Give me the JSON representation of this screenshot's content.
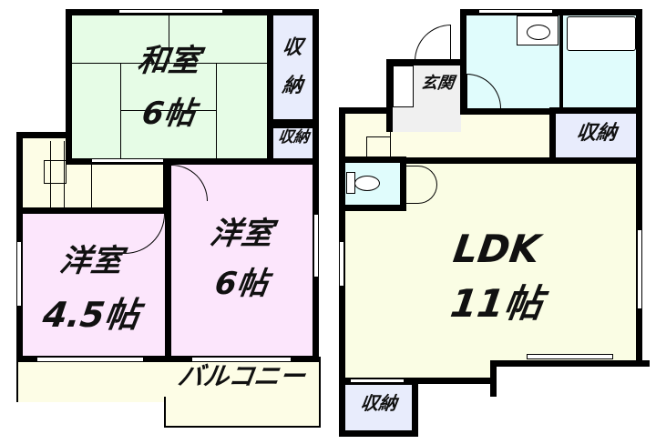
{
  "colors": {
    "washitsu": "#e6fce6",
    "youshitsu": "#fce6fc",
    "hall": "#fdfde6",
    "storage": "#e8ecfc",
    "bath": "#e0fcfc",
    "entrance": "#f0f0f0",
    "ldk": "#fafde4",
    "wall": "#000000"
  },
  "left_unit": {
    "washitsu": {
      "name": "和室",
      "size": "6帖"
    },
    "closet_tall": {
      "name_top": "収",
      "name_bottom": "納"
    },
    "closet_small": {
      "name": "収納"
    },
    "youshitsu_small": {
      "name": "洋室",
      "size": "4.5帖"
    },
    "youshitsu_large": {
      "name": "洋室",
      "size": "6帖"
    },
    "balcony": {
      "name": "バルコニー"
    }
  },
  "right_unit": {
    "entrance": {
      "name": "玄関"
    },
    "storage": {
      "name": "収納"
    },
    "ldk": {
      "name": "LDK",
      "size": "11帖"
    },
    "bottom_storage": {
      "name": "収納"
    }
  }
}
